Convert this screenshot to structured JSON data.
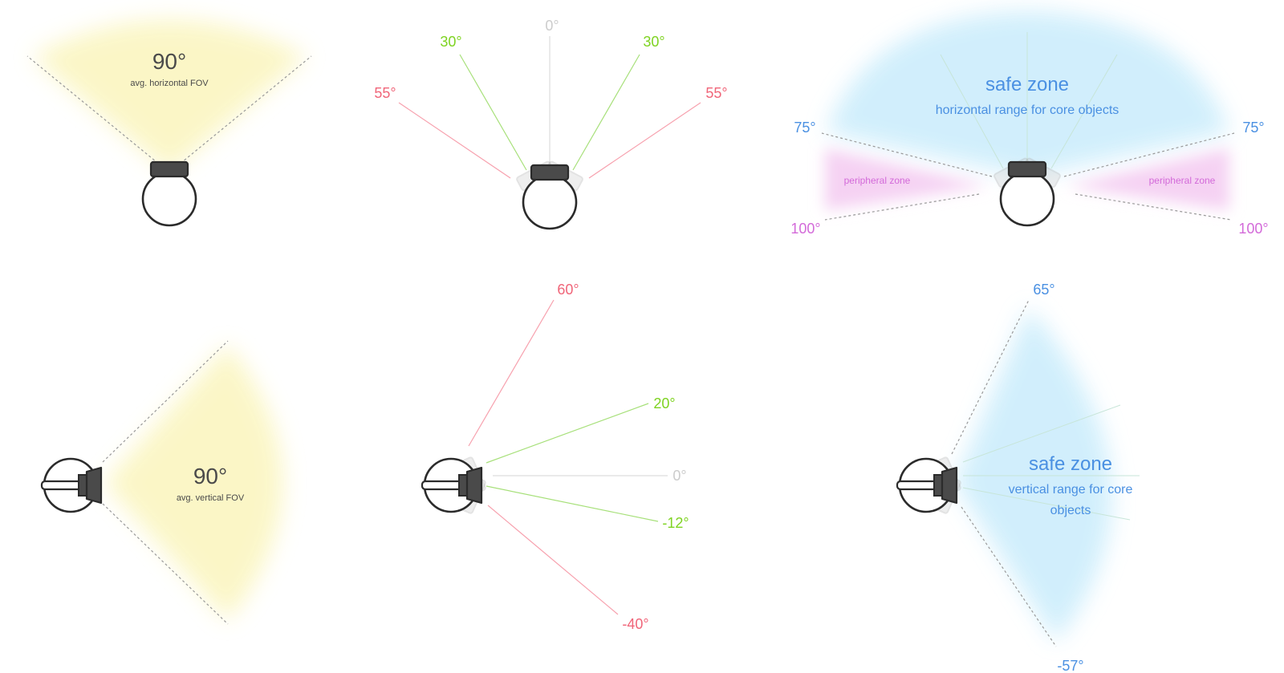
{
  "colors": {
    "neutral": "#cccccc",
    "green": "#7ed321",
    "red": "#f06579",
    "blue": "#4a90e2",
    "magenta": "#d36ad9",
    "yellow_glow": "#fbf6c4",
    "blue_zone": "#cfeefc",
    "pink_zone": "#f5d2f3",
    "dark_text": "#4a4a4a",
    "headset_body": "#ffffff",
    "headset_outline": "#2b2b2b",
    "headset_visor": "#4a4a4a"
  },
  "horizontal_fov": {
    "value": "90°",
    "caption": "avg. horizontal FOV"
  },
  "horizontal_angles": {
    "center": "0°",
    "left_green": "30°",
    "right_green": "30°",
    "left_red": "55°",
    "right_red": "55°"
  },
  "horizontal_zones": {
    "safe_title": "safe zone",
    "safe_caption": "horizontal range for core objects",
    "left_safe_limit": "75°",
    "right_safe_limit": "75°",
    "left_peripheral": "peripheral zone",
    "right_peripheral": "peripheral zone",
    "left_peripheral_limit": "100°",
    "right_peripheral_limit": "100°"
  },
  "vertical_fov": {
    "value": "90°",
    "caption": "avg. vertical FOV"
  },
  "vertical_angles": {
    "up_red": "60°",
    "up_green": "20°",
    "center": "0°",
    "down_green": "-12°",
    "down_red": "-40°"
  },
  "vertical_zones": {
    "upper_limit": "65°",
    "lower_limit": "-57°",
    "safe_title": "safe zone",
    "safe_caption_line1": "vertical range for core",
    "safe_caption_line2": "objects"
  },
  "icons": {
    "top_view_headset": "vr-headset-top-view-icon",
    "side_view_headset": "vr-headset-side-view-icon"
  }
}
